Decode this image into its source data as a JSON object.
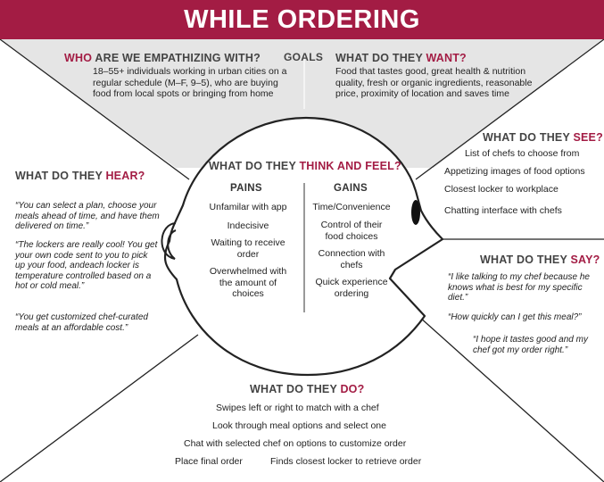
{
  "title": "WHILE ORDERING",
  "goals_label": "GOALS",
  "who": {
    "heading_prefix": "WHO",
    "heading_rest": " ARE WE EMPATHIZING WITH?",
    "body": "18–55+ individuals working in urban cities on a regular schedule (M–F, 9–5), who are buying food from local spots or bringing from home"
  },
  "want": {
    "heading_prefix": "WHAT DO THEY ",
    "heading_key": "WANT?",
    "body": "Food that tastes good, great health & nutrition quality, fresh or organic ingredients, reasonable price, proximity of location and saves time"
  },
  "see": {
    "heading_prefix": "WHAT DO THEY ",
    "heading_key": "SEE?",
    "items": [
      "List of chefs to choose from",
      "Appetizing images of food options",
      "Closest locker to workplace",
      "Chatting interface with chefs"
    ]
  },
  "hear": {
    "heading_prefix": "WHAT DO THEY ",
    "heading_key": "HEAR?",
    "quotes": [
      "“You can select a plan, choose your meals ahead of time, and have them delivered on time.”",
      "“The lockers are really cool! You get your own code sent to you to pick up your food, andeach locker is temperature controlled based on a hot or cold meal.”",
      "“You get customized chef-curated meals at an affordable cost.”"
    ]
  },
  "think": {
    "heading_prefix": "WHAT DO THEY ",
    "heading_key": "THINK AND FEEL?",
    "pains_label": "PAINS",
    "gains_label": "GAINS",
    "pains": [
      "Unfamilar with app",
      "Indecisive",
      "Waiting to receive order",
      "Overwhelmed with the amount of choices"
    ],
    "gains": [
      "Time/Convenience",
      "Control of their food choices",
      "Connection with chefs",
      "Quick experience ordering"
    ]
  },
  "say": {
    "heading_prefix": "WHAT DO THEY ",
    "heading_key": "SAY?",
    "quotes": [
      "“I like talking to my chef because he knows what is best for my specific diet.”",
      "“How quickly can I get this meal?”",
      "“I hope it tastes good and my chef got my order right.”"
    ]
  },
  "do": {
    "heading_prefix": "WHAT DO THEY ",
    "heading_key": "DO?",
    "items": [
      "Swipes left or right to match with a chef",
      "Look through meal options and select one",
      "Chat with selected chef on options to customize order",
      "Place final order",
      "Finds closest locker to retrieve order"
    ]
  },
  "colors": {
    "accent": "#a31c44",
    "goals_fill": "#e5e5e5",
    "line": "#222222"
  }
}
